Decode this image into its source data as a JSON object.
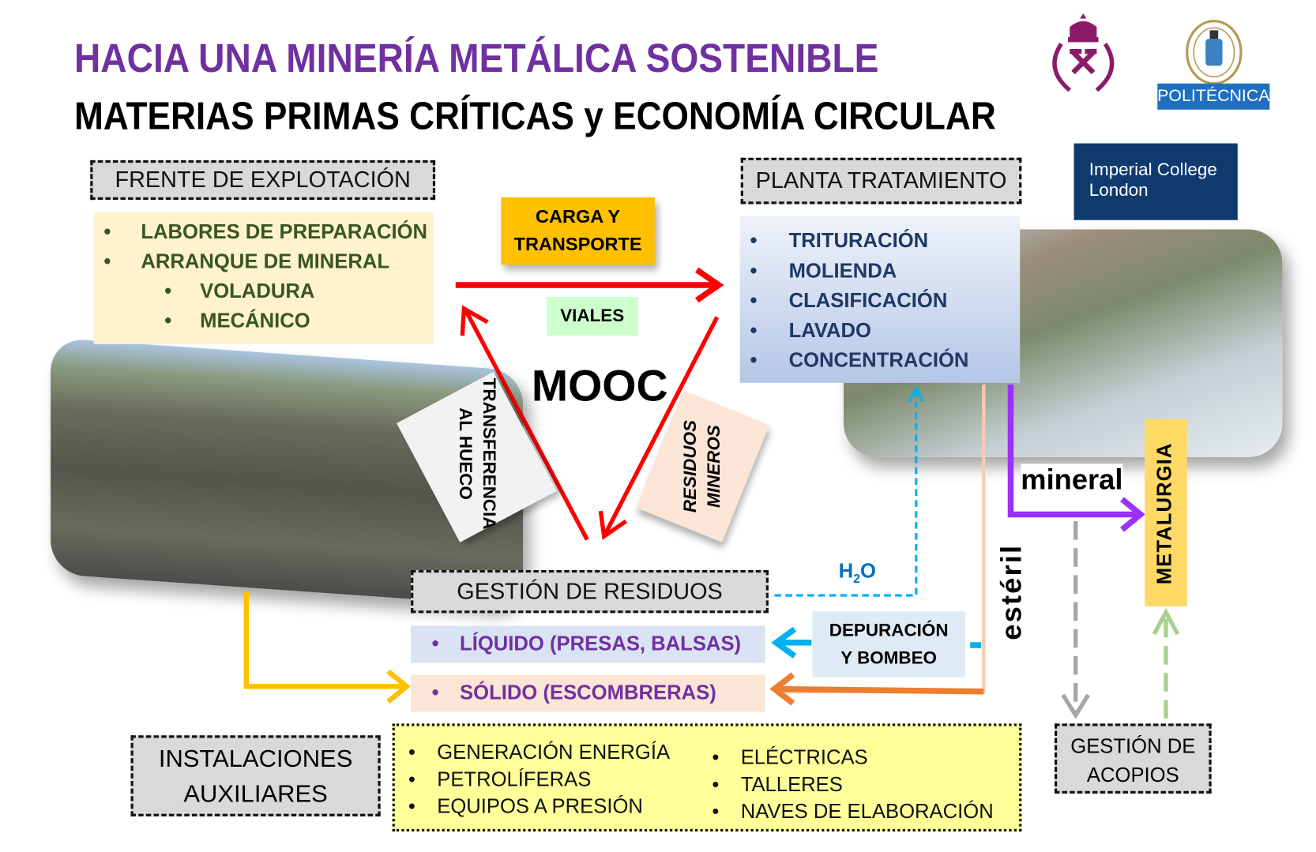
{
  "header": {
    "title": "HACIA UNA MINERÍA METÁLICA SOSTENIBLE",
    "subtitle": "MATERIAS PRIMAS CRÍTICAS y ECONOMÍA CIRCULAR"
  },
  "logos": {
    "politecnica": "POLITÉCNICA",
    "imperial_line1": "Imperial College",
    "imperial_line2": "London"
  },
  "frente": {
    "title": "FRENTE DE EXPLOTACIÓN",
    "items": [
      "LABORES DE PREPARACIÓN",
      "ARRANQUE DE MINERAL",
      "VOLADURA",
      "MECÁNICO"
    ]
  },
  "planta": {
    "title": "PLANTA TRATAMIENTO",
    "items": [
      "TRITURACIÓN",
      "MOLIENDA",
      "CLASIFICACIÓN",
      "LAVADO",
      "CONCENTRACIÓN"
    ]
  },
  "labels": {
    "carga1": "CARGA Y",
    "carga2": "TRANSPORTE",
    "viales": "VIALES",
    "mooc": "MOOC",
    "transferencia1": "TRANSFERENCIA",
    "transferencia2": "AL HUECO",
    "residuos1": "RESIDUOS",
    "residuos2": "MINEROS",
    "h2o": "H",
    "h2o_sub": "2",
    "h2o_o": "O",
    "mineral": "mineral",
    "esteril": "estéril",
    "metalurgia": "METALURGIA",
    "depuracion1": "DEPURACIÓN",
    "depuracion2": "Y BOMBEO"
  },
  "residuos": {
    "title": "GESTIÓN DE RESIDUOS",
    "liquido": "LÍQUIDO (PRESAS, BALSAS)",
    "solido": "SÓLIDO (ESCOMBRERAS)"
  },
  "auxiliares": {
    "title1": "INSTALACIONES",
    "title2": "AUXILIARES",
    "col1": [
      "GENERACIÓN ENERGÍA",
      "PETROLÍFERAS",
      "EQUIPOS A PRESIÓN"
    ],
    "col2": [
      "ELÉCTRICAS",
      "TALLERES",
      "NAVES DE ELABORACIÓN"
    ]
  },
  "acopios": {
    "title1": "GESTIÓN DE",
    "title2": "ACOPIOS"
  },
  "colors": {
    "purple": "#7030a0",
    "red": "#ff0000",
    "cyan": "#00b0f0",
    "orange": "#ed7d31",
    "yellow": "#ffc000",
    "navy": "#0f3a6e"
  }
}
